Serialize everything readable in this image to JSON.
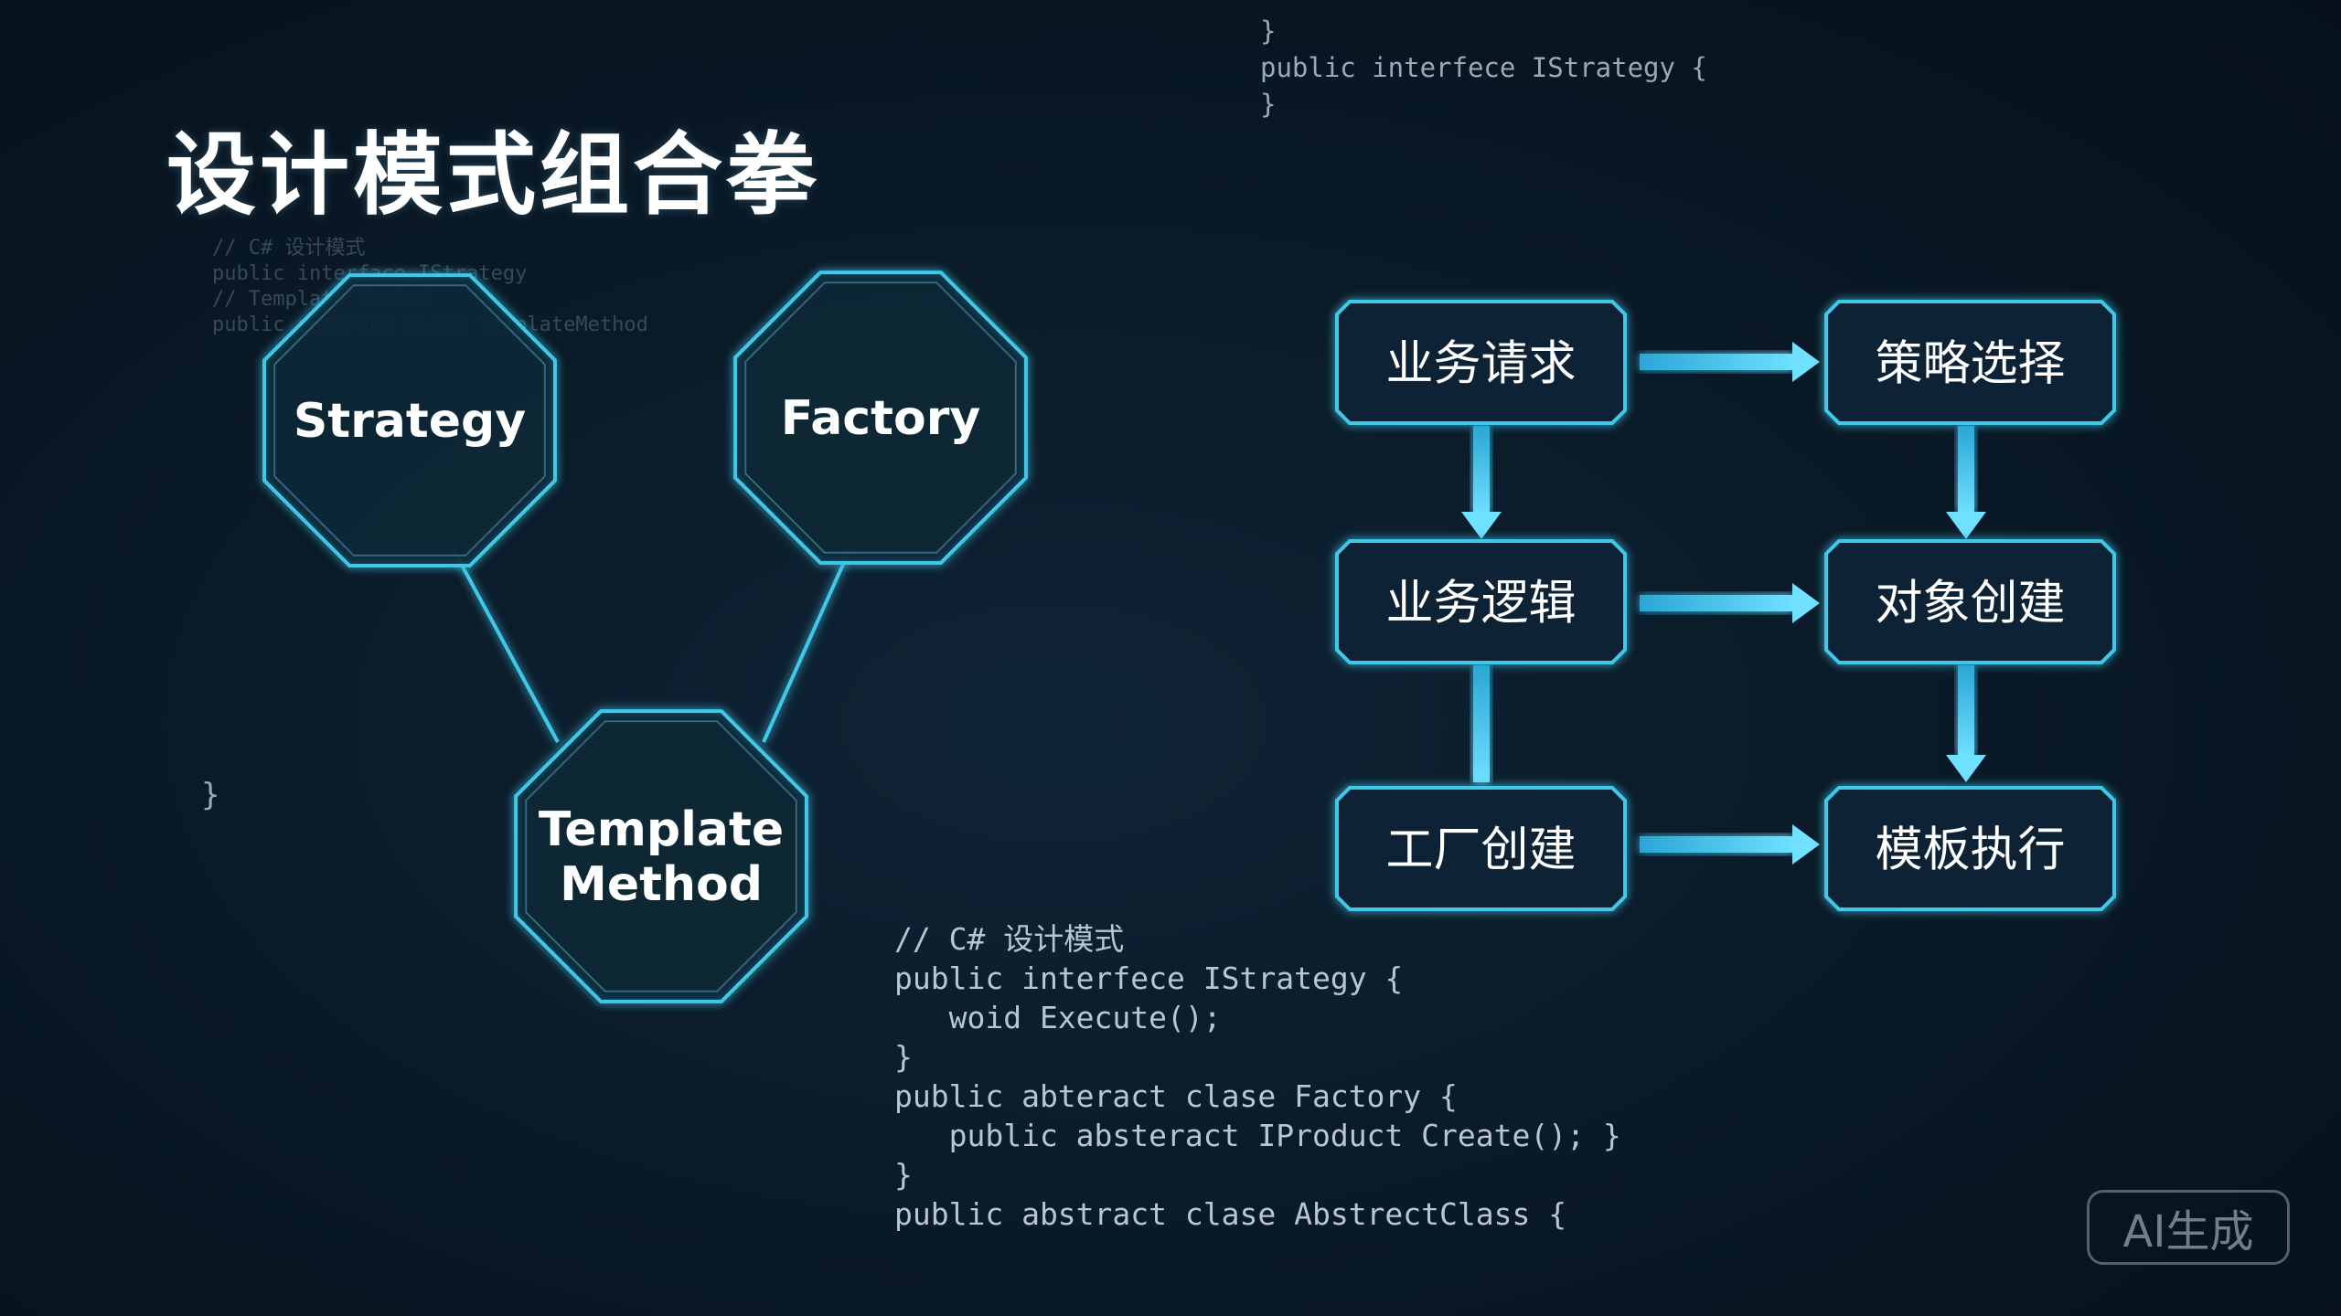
{
  "title": "设计模式组合拳",
  "code_top": [
    "}",
    "public interfece IStrategy {",
    "",
    "",
    "}"
  ],
  "code_faint": [
    "// C# 设计模式",
    "",
    "",
    "public interface IStrategy",
    "",
    "",
    "",
    "",
    "",
    "",
    "",
    "",
    "",
    "// Template Method",
    "",
    "",
    "",
    "",
    "",
    "",
    "public abstract class TemplateMethod"
  ],
  "closing_brace": "}",
  "code_main": [
    "// C# 设计模式",
    "public interfece IStrategy {",
    "   woid Execute();",
    "",
    "}",
    "public abteract clase Factory {",
    "   public absteract IProduct Create(); }",
    "",
    "}",
    "public abstract clase AbstrectClass {"
  ],
  "patterns": [
    {
      "id": "strategy",
      "label": [
        "Strategy"
      ]
    },
    {
      "id": "factory",
      "label": [
        "Factory"
      ]
    },
    {
      "id": "template",
      "label": [
        "Template",
        "Method"
      ]
    }
  ],
  "flow": [
    {
      "id": "req",
      "label": "业务请求"
    },
    {
      "id": "select",
      "label": "策略选择"
    },
    {
      "id": "logic",
      "label": "业务逻辑"
    },
    {
      "id": "create",
      "label": "对象创建"
    },
    {
      "id": "factory_create",
      "label": "工厂创建"
    },
    {
      "id": "template_exec",
      "label": "模板执行"
    }
  ],
  "badge": "AI生成",
  "colors": {
    "accent": "#3fc8ea",
    "glow": "#7ee6ff",
    "box_fill": "#0c2234",
    "oct_fill": "#0d2436"
  }
}
